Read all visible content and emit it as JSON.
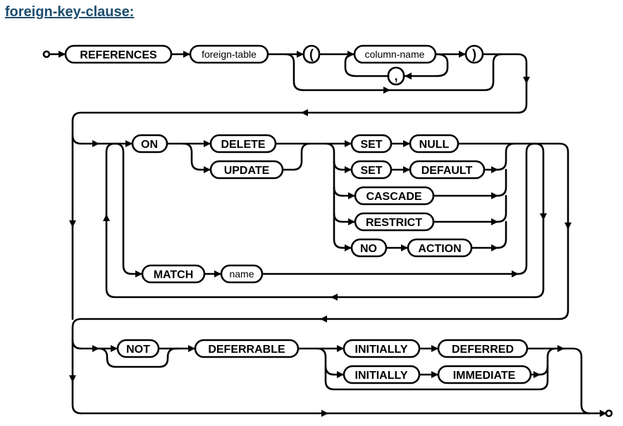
{
  "diagram": {
    "title": "foreign-key-clause:",
    "tokens": {
      "references": "REFERENCES",
      "foreign_table": "foreign-table",
      "open_paren": "(",
      "column_name": "column-name",
      "comma": ",",
      "close_paren": ")",
      "on": "ON",
      "delete": "DELETE",
      "update": "UPDATE",
      "set_1": "SET",
      "null": "NULL",
      "set_2": "SET",
      "default": "DEFAULT",
      "cascade": "CASCADE",
      "restrict": "RESTRICT",
      "no": "NO",
      "action": "ACTION",
      "match": "MATCH",
      "name": "name",
      "not": "NOT",
      "deferrable": "DEFERRABLE",
      "initially_1": "INITIALLY",
      "deferred": "DEFERRED",
      "initially_2": "INITIALLY",
      "immediate": "IMMEDIATE"
    }
  }
}
